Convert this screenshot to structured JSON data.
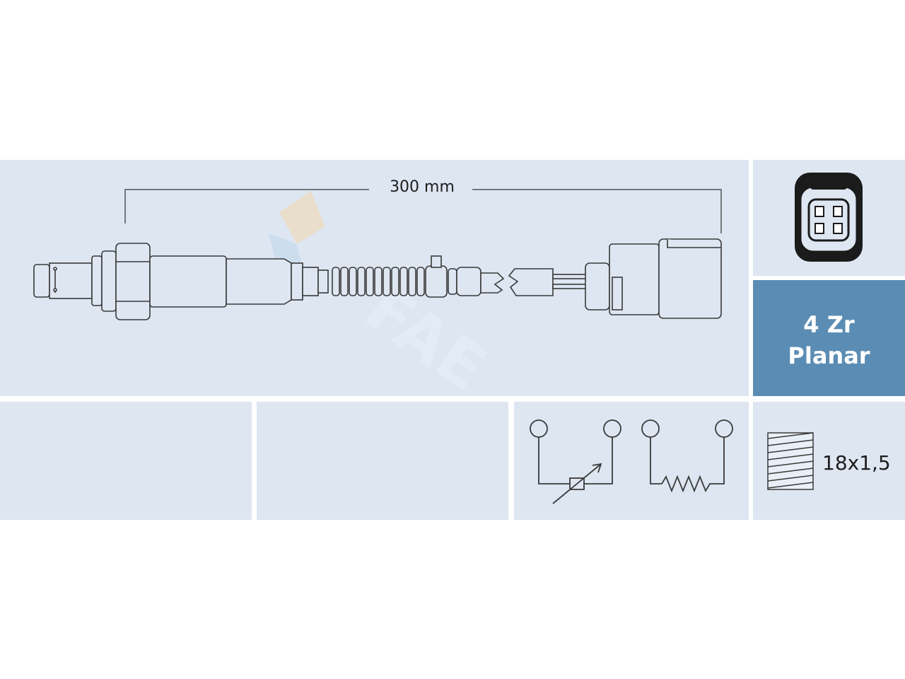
{
  "sensor": {
    "cable_length": "300 mm",
    "type_line1": "4 Zr",
    "type_line2": "Planar",
    "thread": "18x1,5"
  },
  "colors": {
    "panel_bg": "#dde6f1",
    "accent": "#5b8db4",
    "line": "#3a3a3a"
  },
  "icons": {
    "connector": "connector-face-icon",
    "sensor_symbol": "variable-resistor-icon",
    "heater_symbol": "heater-resistor-icon",
    "thread": "thread-icon",
    "watermark": "brand-watermark-icon"
  }
}
